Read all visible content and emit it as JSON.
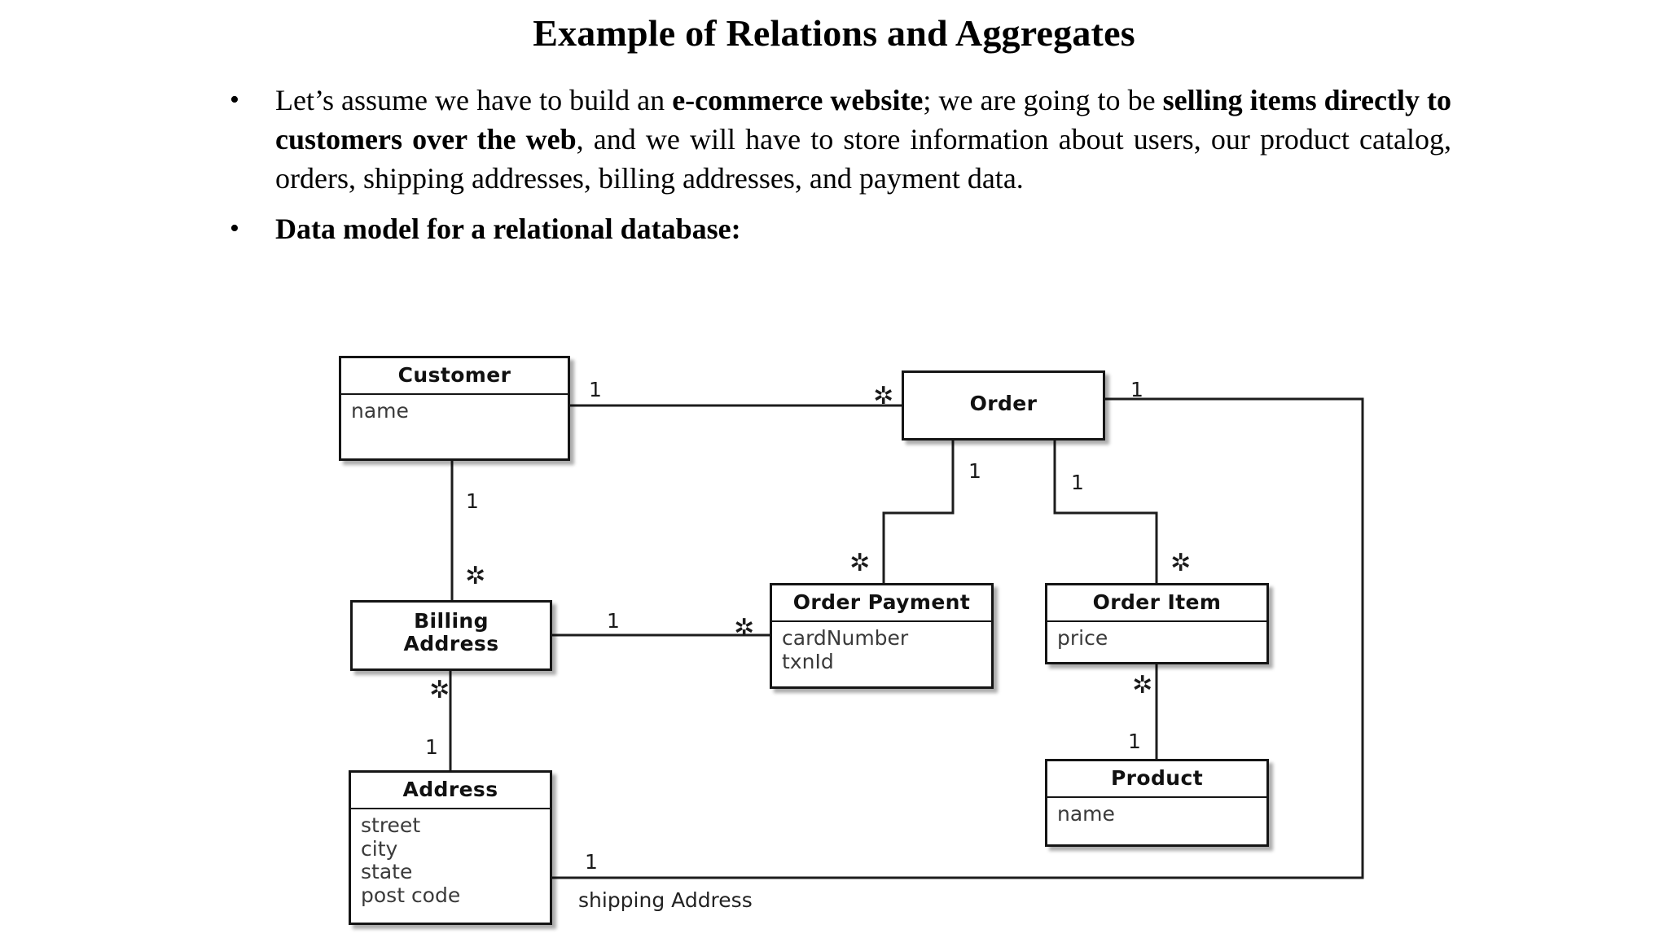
{
  "slide": {
    "title": "Example of Relations and Aggregates",
    "bullets": [
      {
        "marker": "•",
        "bold": false,
        "segments": [
          {
            "text": "Let’s assume we have to build an ",
            "bold": false
          },
          {
            "text": "e-commerce website",
            "bold": true
          },
          {
            "text": "; we are going to be ",
            "bold": false
          },
          {
            "text": "selling items directly to customers over the web",
            "bold": true
          },
          {
            "text": ", and we will have to store information about users, our product catalog, orders, shipping addresses, billing addresses, and payment data.",
            "bold": false
          }
        ]
      },
      {
        "marker": "•",
        "bold": true,
        "segments": [
          {
            "text": "Data model for a relational database:",
            "bold": true
          }
        ]
      }
    ]
  },
  "diagram": {
    "type": "uml-class-diagram",
    "entities": [
      {
        "id": "customer",
        "name": "Customer",
        "attributes": [
          "name"
        ]
      },
      {
        "id": "order",
        "name": "Order",
        "attributes": []
      },
      {
        "id": "billing",
        "name": "Billing\nAddress",
        "name_line1": "Billing",
        "name_line2": "Address",
        "attributes": []
      },
      {
        "id": "order_payment",
        "name": "Order Payment",
        "attributes": [
          "cardNumber",
          "txnId"
        ]
      },
      {
        "id": "order_item",
        "name": "Order Item",
        "attributes": [
          "price"
        ]
      },
      {
        "id": "address",
        "name": "Address",
        "attributes": [
          "street",
          "city",
          "state",
          "post code"
        ]
      },
      {
        "id": "product",
        "name": "Product",
        "attributes": [
          "name"
        ]
      }
    ],
    "relationships": [
      {
        "from": "customer",
        "to": "order",
        "from_mult": "1",
        "to_mult": "*",
        "label": ""
      },
      {
        "from": "customer",
        "to": "billing",
        "from_mult": "1",
        "to_mult": "*",
        "label": ""
      },
      {
        "from": "order",
        "to": "order_payment",
        "from_mult": "1",
        "to_mult": "*",
        "label": ""
      },
      {
        "from": "order",
        "to": "order_item",
        "from_mult": "1",
        "to_mult": "*",
        "label": ""
      },
      {
        "from": "billing",
        "to": "order_payment",
        "from_mult": "1",
        "to_mult": "*",
        "label": ""
      },
      {
        "from": "billing",
        "to": "address",
        "from_mult": "*",
        "to_mult": "1",
        "label": ""
      },
      {
        "from": "order_item",
        "to": "product",
        "from_mult": "*",
        "to_mult": "1",
        "label": ""
      },
      {
        "from": "order",
        "to": "address",
        "from_mult": "1",
        "to_mult": "1",
        "label": "shipping Address"
      }
    ],
    "multiplicity_markers": {
      "one": "1",
      "many": "✲"
    },
    "edge_labels": {
      "shipping_address": "shipping Address"
    }
  },
  "colors": {
    "text": "#000000",
    "box_border": "#151515",
    "box_fill": "#ffffff",
    "attr_text": "#3a3a3a",
    "line": "#1d1d1d"
  }
}
